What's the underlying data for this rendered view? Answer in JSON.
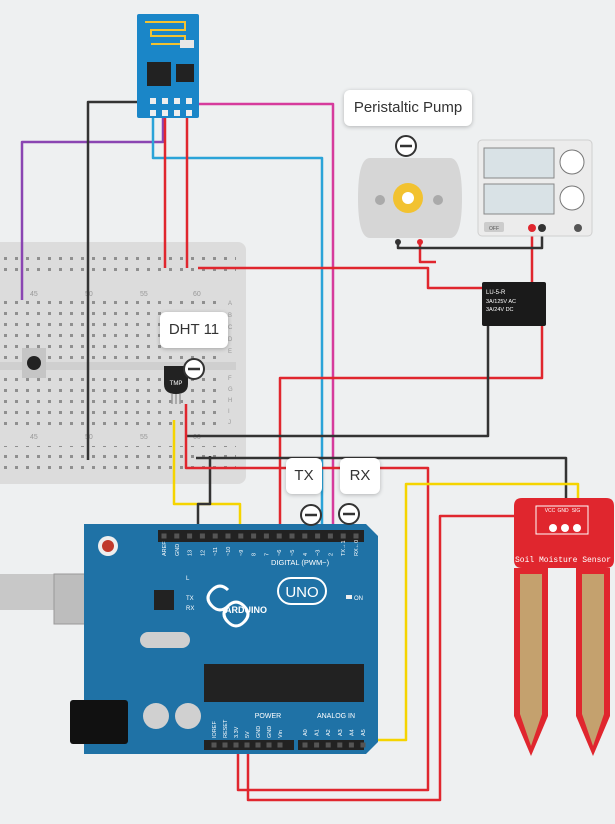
{
  "labels": {
    "pump": "Peristaltic Pump",
    "dht": "DHT 11",
    "tx": "TX",
    "rx": "RX"
  },
  "components": {
    "relay": {
      "line1": "LU-5-R",
      "line2": "3A/125V AC",
      "line3": "3A/24V  DC"
    },
    "sensor": {
      "name": "Soil Moisture Sensor",
      "pins": [
        "VCC",
        "GND",
        "SIG"
      ]
    },
    "arduino": {
      "brand": "ARDUINO",
      "model": "UNO",
      "digital": "DIGITAL (PWM~)",
      "power": "POWER",
      "analog": "ANALOG IN",
      "on": "ON",
      "leds": [
        "L",
        "TX",
        "RX"
      ],
      "top_pins": [
        "AREF",
        "GND",
        "13",
        "12",
        "~11",
        "~10",
        "~9",
        "8",
        "7",
        "~6",
        "~5",
        "4",
        "~3",
        "2",
        "TX→1",
        "RX←0"
      ],
      "power_pins": [
        "IOREF",
        "RESET",
        "3.3V",
        "5V",
        "GND",
        "GND",
        "Vin"
      ],
      "analog_pins": [
        "A0",
        "A1",
        "A2",
        "A3",
        "A4",
        "A5"
      ]
    },
    "breadboard": {
      "cols": [
        "45",
        "50",
        "55",
        "60"
      ],
      "rows": [
        "A",
        "B",
        "C",
        "D",
        "E",
        "F",
        "G",
        "H",
        "I",
        "J"
      ]
    },
    "tmp": "TMP",
    "psu": {
      "off": "OFF"
    }
  },
  "colors": {
    "arduino": "#1f72a6",
    "esp": "#1a86c8",
    "sensor": "#e0262e",
    "wire_red": "#e0262e",
    "wire_black": "#333333",
    "wire_yellow": "#f5d400",
    "wire_blue": "#2aa3d8",
    "wire_magenta": "#d63b9c",
    "wire_purple": "#8a45b2"
  }
}
